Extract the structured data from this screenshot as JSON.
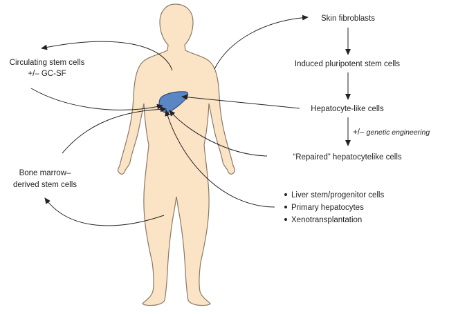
{
  "labels": {
    "circulating_line1": "Circulating stem cells",
    "circulating_line2": "+/– GC-SF",
    "bone_marrow_line1": "Bone marrow–",
    "bone_marrow_line2": "derived stem cells",
    "skin_fibroblasts": "Skin fibroblasts",
    "ipsc": "Induced pluripotent stem cells",
    "hepatocyte_like": "Hepatocyte-like cells",
    "genetic_engineering_prefix": "+/– ",
    "genetic_engineering": "genetic engineering",
    "repaired": "“Repaired” hepatocytelike cells",
    "bullet_items": [
      "Liver stem/progenitor cells",
      "Primary hepatocytes",
      "Xenotransplantation"
    ]
  },
  "colors": {
    "body_fill": "#fbe3c5",
    "body_stroke": "#8a7866",
    "liver_fill": "#5b86c4",
    "liver_stroke": "#2f4f7f",
    "line": "#222222"
  }
}
